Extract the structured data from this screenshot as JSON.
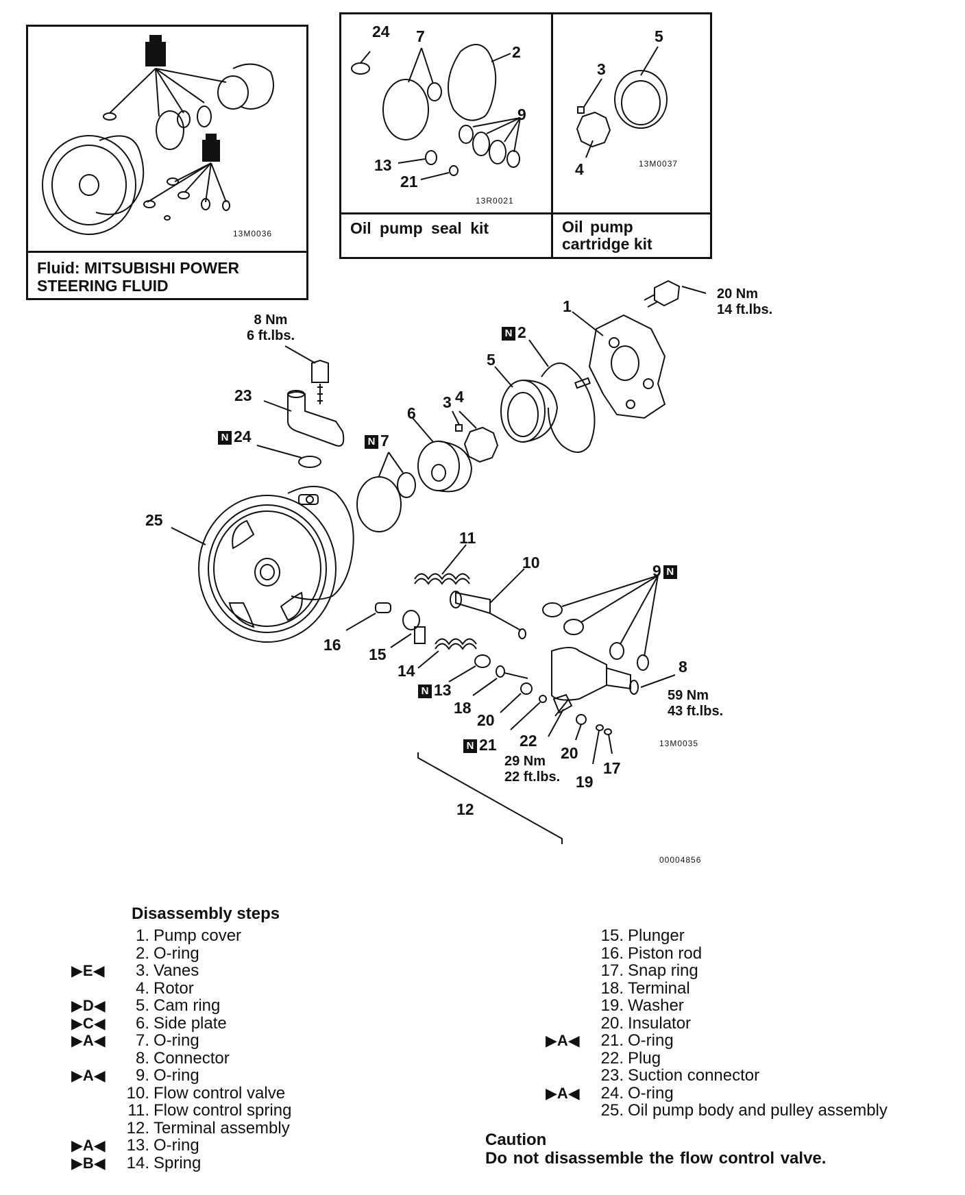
{
  "fluid_box": {
    "code": "13M0036",
    "caption_line1": "Fluid: MITSUBISHI POWER",
    "caption_line2": "STEERING FLUID"
  },
  "seal_kit_box": {
    "code": "13R0021",
    "caption": "Oil pump seal kit",
    "labels": [
      "24",
      "7",
      "2",
      "9",
      "13",
      "21"
    ]
  },
  "cartridge_kit_box": {
    "code": "13M0037",
    "caption_line1": "Oil pump",
    "caption_line2": "cartridge kit",
    "labels": [
      "5",
      "3",
      "4"
    ]
  },
  "main_diagram": {
    "code": "13M0035",
    "figure_id": "00004856",
    "new_part_mark": "N",
    "labels": [
      "1",
      "2",
      "5",
      "3",
      "4",
      "6",
      "23",
      "24",
      "7",
      "25",
      "11",
      "10",
      "9",
      "8",
      "16",
      "15",
      "14",
      "13",
      "18",
      "20",
      "21",
      "22",
      "20",
      "17",
      "19",
      "12"
    ],
    "torques": [
      {
        "nm": "20 Nm",
        "ft": "14 ft.lbs."
      },
      {
        "nm": "8 Nm",
        "ft": "6 ft.lbs."
      },
      {
        "nm": "59 Nm",
        "ft": "43 ft.lbs."
      },
      {
        "nm": "29 Nm",
        "ft": "22 ft.lbs."
      }
    ]
  },
  "steps": {
    "heading": "Disassembly steps",
    "left": [
      {
        "mark": "",
        "num": "1.",
        "text": "Pump cover"
      },
      {
        "mark": "",
        "num": "2.",
        "text": "O-ring"
      },
      {
        "mark": "▶E◀",
        "num": "3.",
        "text": "Vanes"
      },
      {
        "mark": "",
        "num": "4.",
        "text": "Rotor"
      },
      {
        "mark": "▶D◀",
        "num": "5.",
        "text": "Cam ring"
      },
      {
        "mark": "▶C◀",
        "num": "6.",
        "text": "Side plate"
      },
      {
        "mark": "▶A◀",
        "num": "7.",
        "text": "O-ring"
      },
      {
        "mark": "",
        "num": "8.",
        "text": "Connector"
      },
      {
        "mark": "▶A◀",
        "num": "9.",
        "text": "O-ring"
      },
      {
        "mark": "",
        "num": "10.",
        "text": "Flow control valve"
      },
      {
        "mark": "",
        "num": "11.",
        "text": "Flow control spring"
      },
      {
        "mark": "",
        "num": "12.",
        "text": "Terminal assembly"
      },
      {
        "mark": "▶A◀",
        "num": "13.",
        "text": "O-ring"
      },
      {
        "mark": "▶B◀",
        "num": "14.",
        "text": "Spring"
      }
    ],
    "right": [
      {
        "mark": "",
        "num": "15.",
        "text": "Plunger"
      },
      {
        "mark": "",
        "num": "16.",
        "text": "Piston rod"
      },
      {
        "mark": "",
        "num": "17.",
        "text": "Snap ring"
      },
      {
        "mark": "",
        "num": "18.",
        "text": "Terminal"
      },
      {
        "mark": "",
        "num": "19.",
        "text": "Washer"
      },
      {
        "mark": "",
        "num": "20.",
        "text": "Insulator"
      },
      {
        "mark": "▶A◀",
        "num": "21.",
        "text": "O-ring"
      },
      {
        "mark": "",
        "num": "22.",
        "text": "Plug"
      },
      {
        "mark": "",
        "num": "23.",
        "text": "Suction connector"
      },
      {
        "mark": "▶A◀",
        "num": "24.",
        "text": "O-ring"
      },
      {
        "mark": "",
        "num": "25.",
        "text": "Oil pump body and pulley assembly"
      }
    ]
  },
  "caution": {
    "title": "Caution",
    "text": "Do not disassemble the flow control valve."
  }
}
